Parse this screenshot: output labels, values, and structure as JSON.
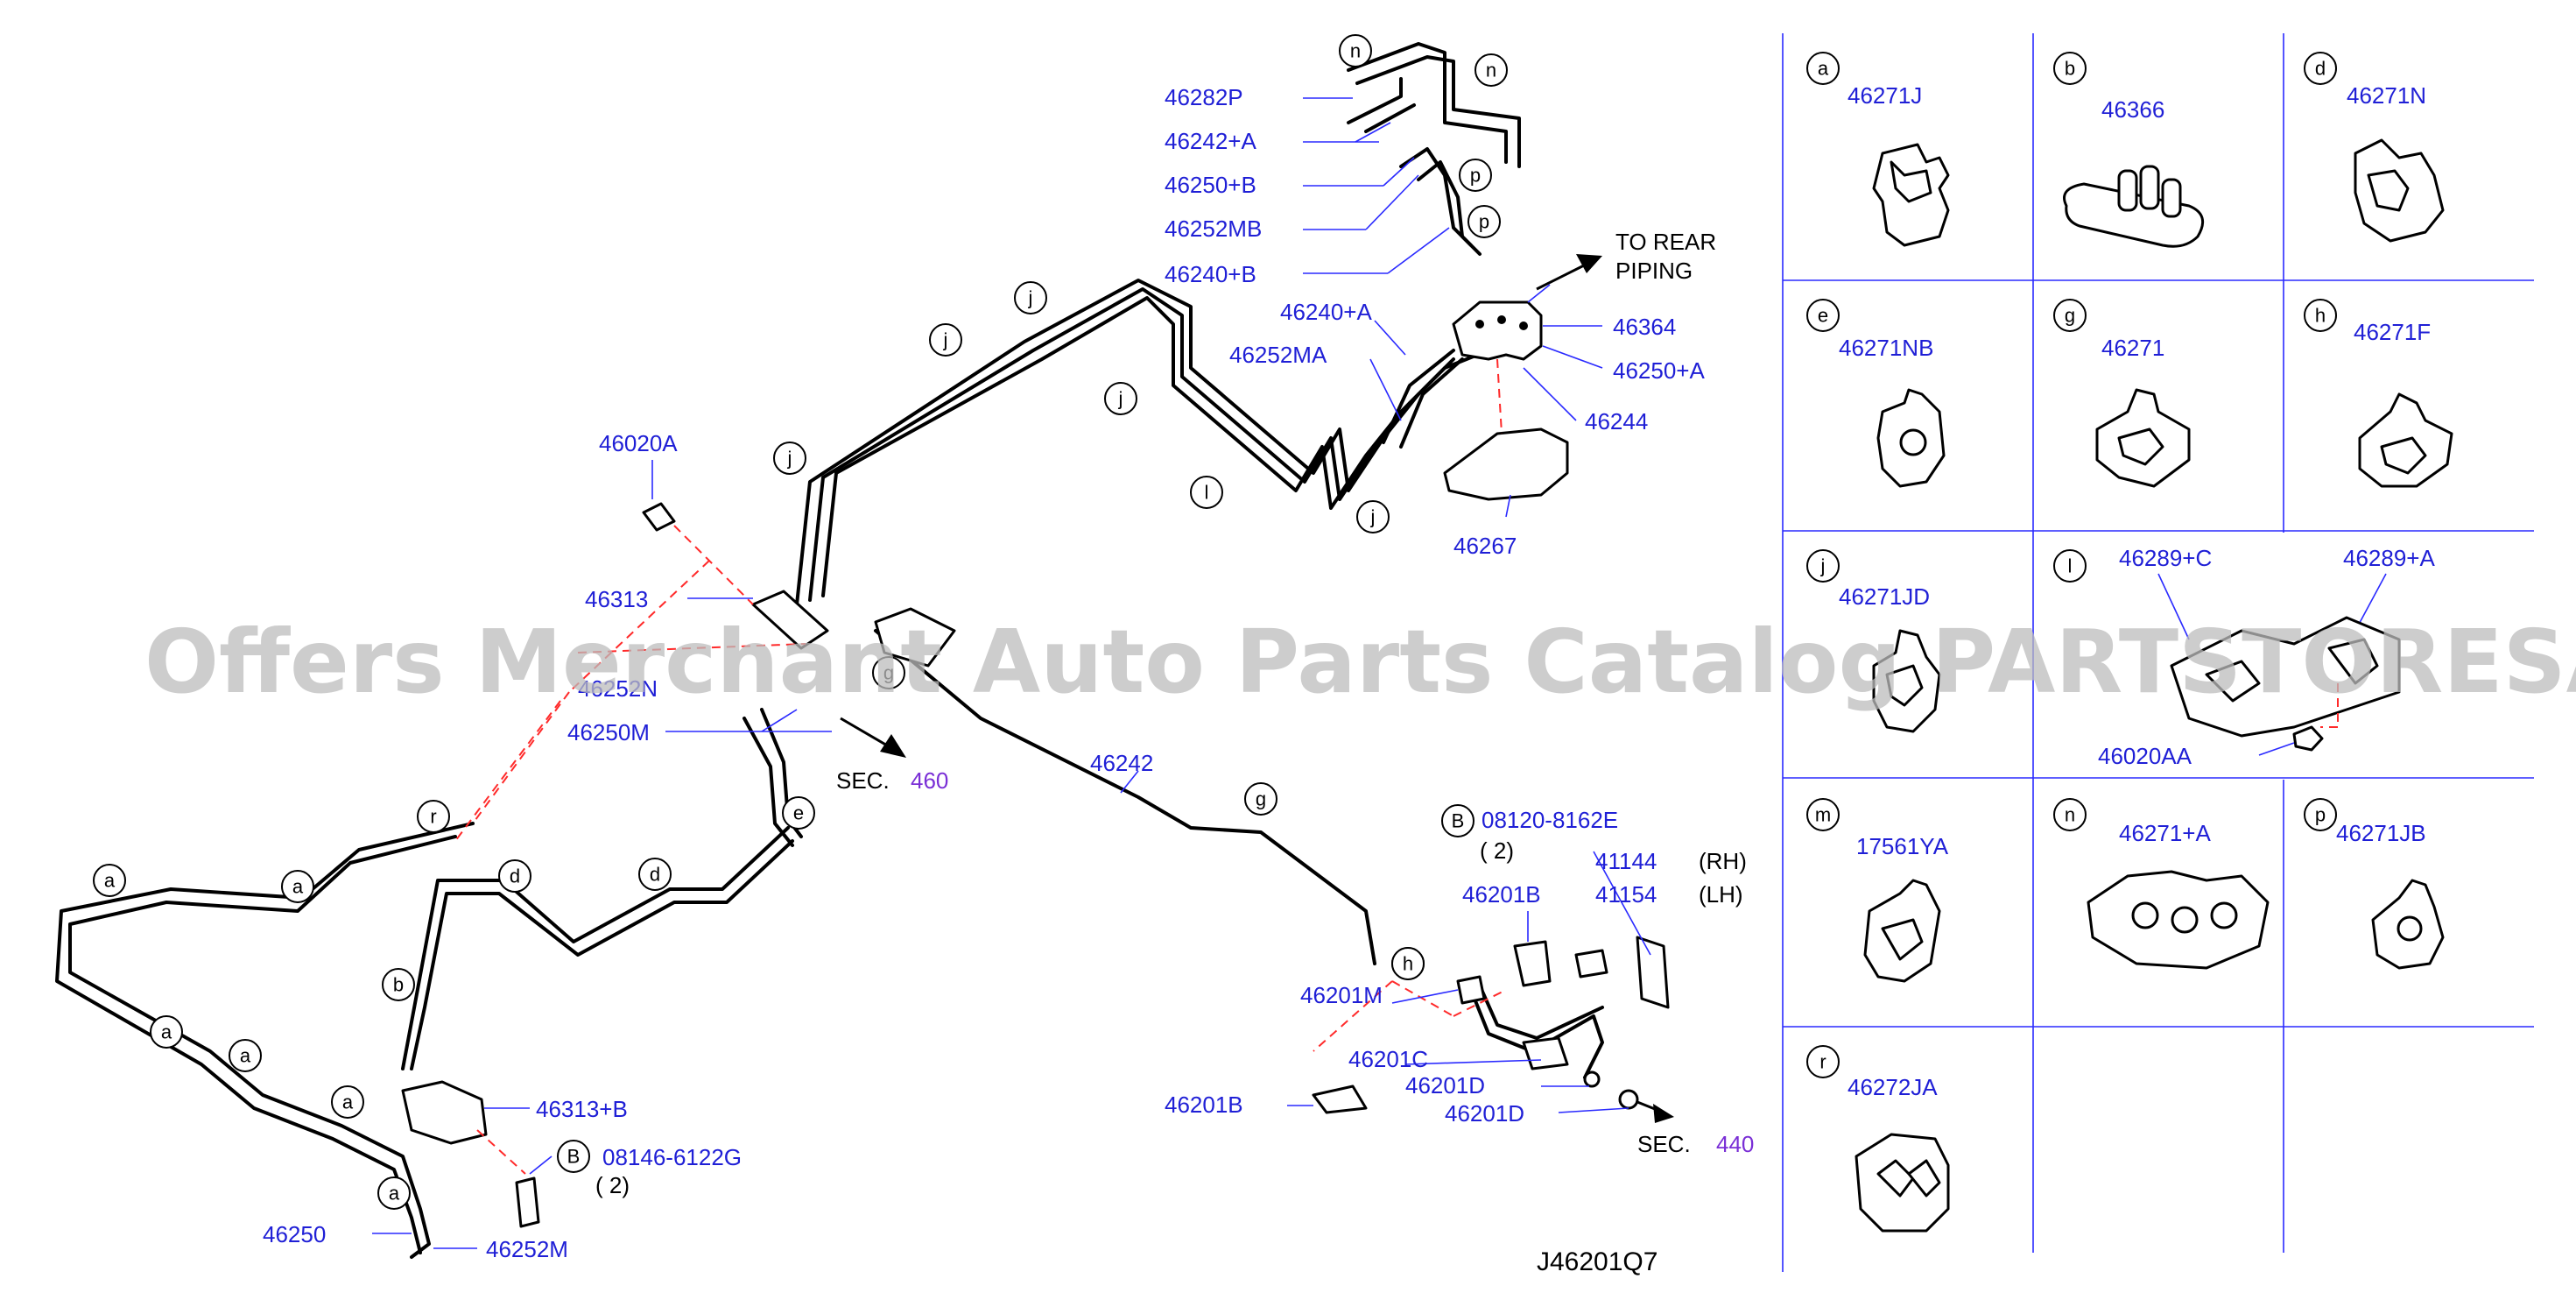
{
  "diagram_code": "J46201Q7",
  "watermark": "Offers Merchant Auto Parts Catalog PARTSTORESA",
  "to_rear_piping": [
    "TO REAR",
    "PIPING"
  ],
  "sec_labels": [
    {
      "prefix": "SEC.",
      "num": "460"
    },
    {
      "prefix": "SEC.",
      "num": "440"
    }
  ],
  "side_labels": [
    "(RH)",
    "(LH)"
  ],
  "qty_labels": [
    "( 2)",
    "( 2)"
  ],
  "main_parts": [
    "46282P",
    "46242+A",
    "46250+B",
    "46252MB",
    "46240+B",
    "46240+A",
    "46252MA",
    "46364",
    "46250+A",
    "46244",
    "46267",
    "46020A",
    "46313",
    "46252N",
    "46250M",
    "46242",
    "08120-8162E",
    "41144",
    "41154",
    "46201B",
    "46201M",
    "46201C",
    "46201D",
    "46201D",
    "46201B",
    "46313+B",
    "08146-6122G",
    "46250",
    "46252M"
  ],
  "bolt_letters": [
    "B",
    "B"
  ],
  "callout_letters": [
    "n",
    "n",
    "p",
    "p",
    "j",
    "j",
    "j",
    "j",
    "l",
    "j",
    "g",
    "h",
    "e",
    "r",
    "a",
    "a",
    "d",
    "d",
    "b",
    "a",
    "a",
    "a",
    "a",
    "g",
    "h"
  ],
  "grid_cells": [
    {
      "letter": "a",
      "part": "46271J"
    },
    {
      "letter": "b",
      "part": "46366"
    },
    {
      "letter": "d",
      "part": "46271N"
    },
    {
      "letter": "e",
      "part": "46271NB"
    },
    {
      "letter": "g",
      "part": "46271"
    },
    {
      "letter": "h",
      "part": "46271F"
    },
    {
      "letter": "j",
      "part": "46271JD"
    },
    {
      "letter": "l",
      "part": "46289+C",
      "part2": "46289+A",
      "part3": "46020AA"
    },
    {
      "letter": "m",
      "part": "17561YA"
    },
    {
      "letter": "n",
      "part": "46271+A"
    },
    {
      "letter": "p",
      "part": "46271JB"
    },
    {
      "letter": "r",
      "part": "46272JA"
    }
  ]
}
